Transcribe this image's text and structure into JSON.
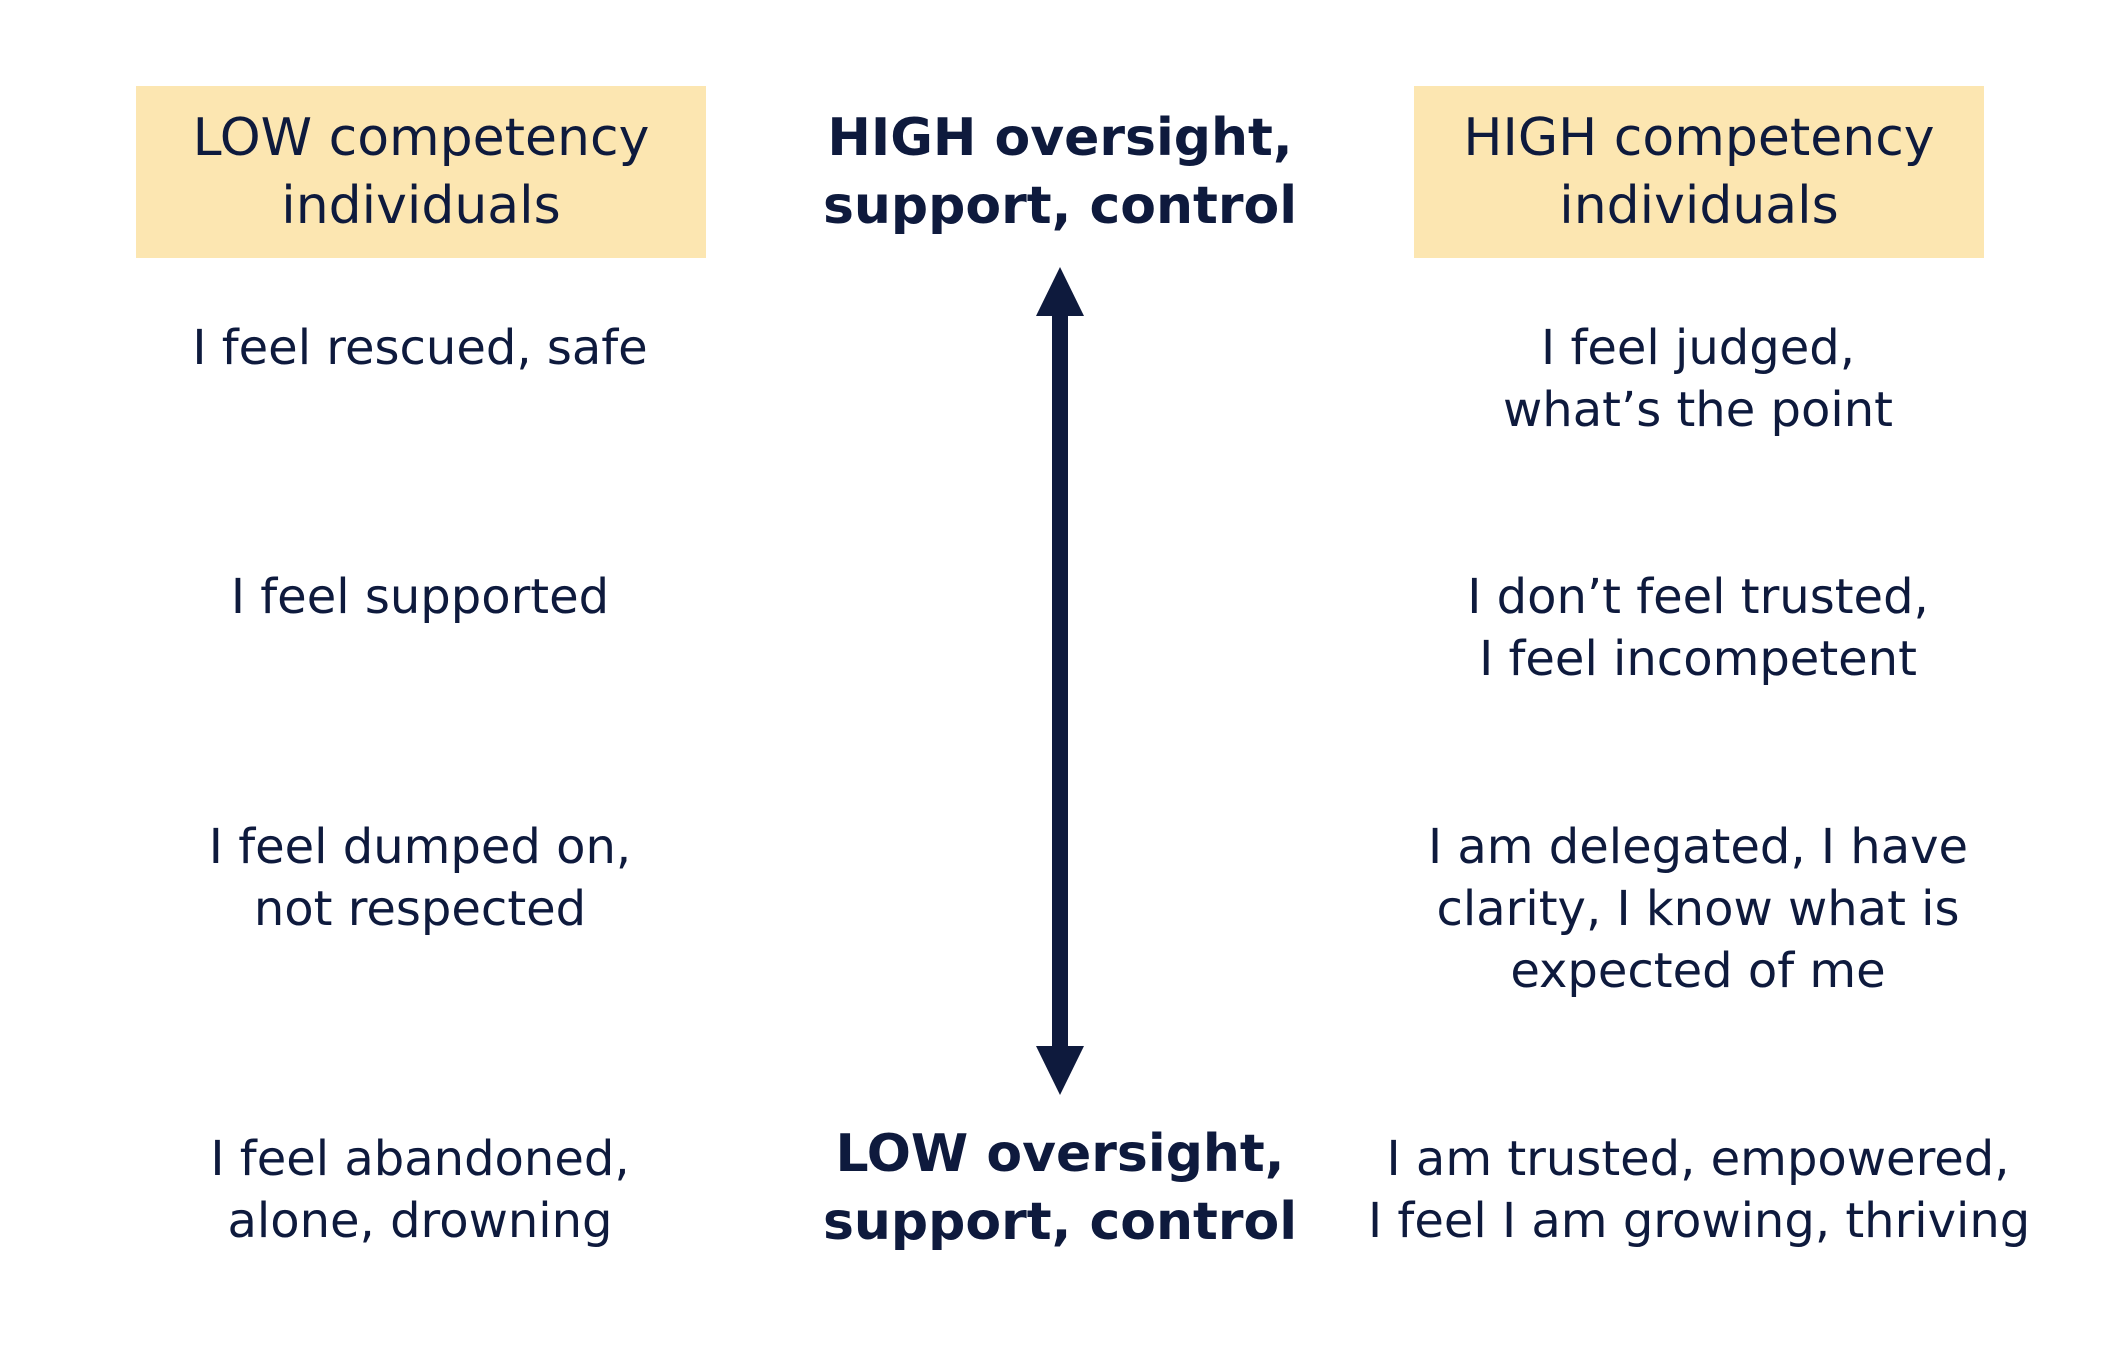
{
  "headers": {
    "left": {
      "bold": "LOW",
      "rest": " competency",
      "line2": "individuals"
    },
    "right": {
      "bold": "HIGH",
      "rest": " competency",
      "line2": "individuals"
    }
  },
  "axis": {
    "top": {
      "line1": "HIGH oversight,",
      "line2": "support, control"
    },
    "bottom": {
      "line1": "LOW oversight,",
      "line2": "support, control"
    }
  },
  "left_column": [
    {
      "lines": [
        "I feel rescued, safe"
      ]
    },
    {
      "lines": [
        "I feel supported"
      ]
    },
    {
      "lines": [
        "I feel dumped on,",
        "not respected"
      ]
    },
    {
      "lines": [
        "I feel abandoned,",
        "alone, drowning"
      ]
    }
  ],
  "right_column": [
    {
      "lines": [
        "I feel judged,",
        "what’s the point"
      ]
    },
    {
      "lines": [
        "I don’t feel trusted,",
        "I feel incompetent"
      ]
    },
    {
      "lines": [
        "I am delegated, I have",
        "clarity, I know what is",
        "expected of me"
      ]
    },
    {
      "lines": [
        "I am trusted, empowered,",
        "I feel I am growing, thriving"
      ]
    }
  ],
  "colors": {
    "header_fill": "#fce6b1",
    "text": "#0e1a3d",
    "arrow": "#0e1a3d"
  },
  "icons": {
    "arrow": "double-headed-vertical-arrow"
  }
}
